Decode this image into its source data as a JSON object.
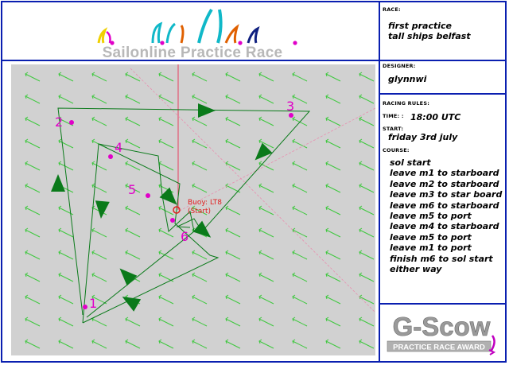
{
  "header": {
    "title": "Sailonline Practice Race"
  },
  "race": {
    "label": "RACE:",
    "lines": [
      "first practice",
      "tall ships belfast"
    ]
  },
  "designer": {
    "label": "DESIGNER:",
    "name": "glynnwi"
  },
  "rules": {
    "label": "RACING RULES:",
    "time_label": "TIME: :",
    "time": "18:00 UTC",
    "start_label": "START:",
    "start": "friday 3rd july",
    "course_label": "COURSE:",
    "course": [
      "sol start",
      "leave m1 to starboard",
      "leave m2 to starboard",
      "leave m3 to star board",
      "leave m6 to starboard",
      "leave m5 to port",
      "leave m4 to starboard",
      "leave m5 to port",
      "leave m1 to port",
      "finish m6 to sol start",
      "either way"
    ]
  },
  "map": {
    "buoy_label": "Buoy: LT8",
    "start_label": "(Start)",
    "marks": [
      "1",
      "2",
      "3",
      "4",
      "5",
      "6"
    ]
  },
  "badge": {
    "name": "G-Scow",
    "subtitle": "PRACTICE RACE AWARD"
  },
  "colors": {
    "frame": "#0a1fb0",
    "sea": "#d1d1d1",
    "course": "#0a7a1a",
    "wind": "#3ec83e",
    "marks": "#e000c8",
    "start": "#e02020"
  }
}
